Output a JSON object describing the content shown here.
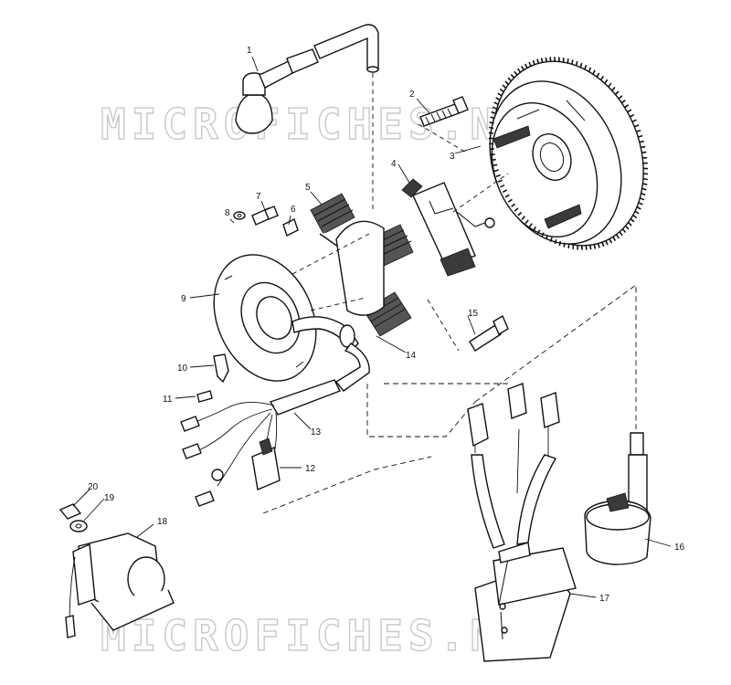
{
  "watermarks": [
    "MICROFICHES.NET",
    "MICROFICHES.NET"
  ],
  "callouts": [
    "1",
    "2",
    "3",
    "4",
    "5",
    "6",
    "7",
    "8",
    "9",
    "10",
    "11",
    "12",
    "13",
    "14",
    "15",
    "16",
    "17",
    "18",
    "19",
    "20"
  ]
}
